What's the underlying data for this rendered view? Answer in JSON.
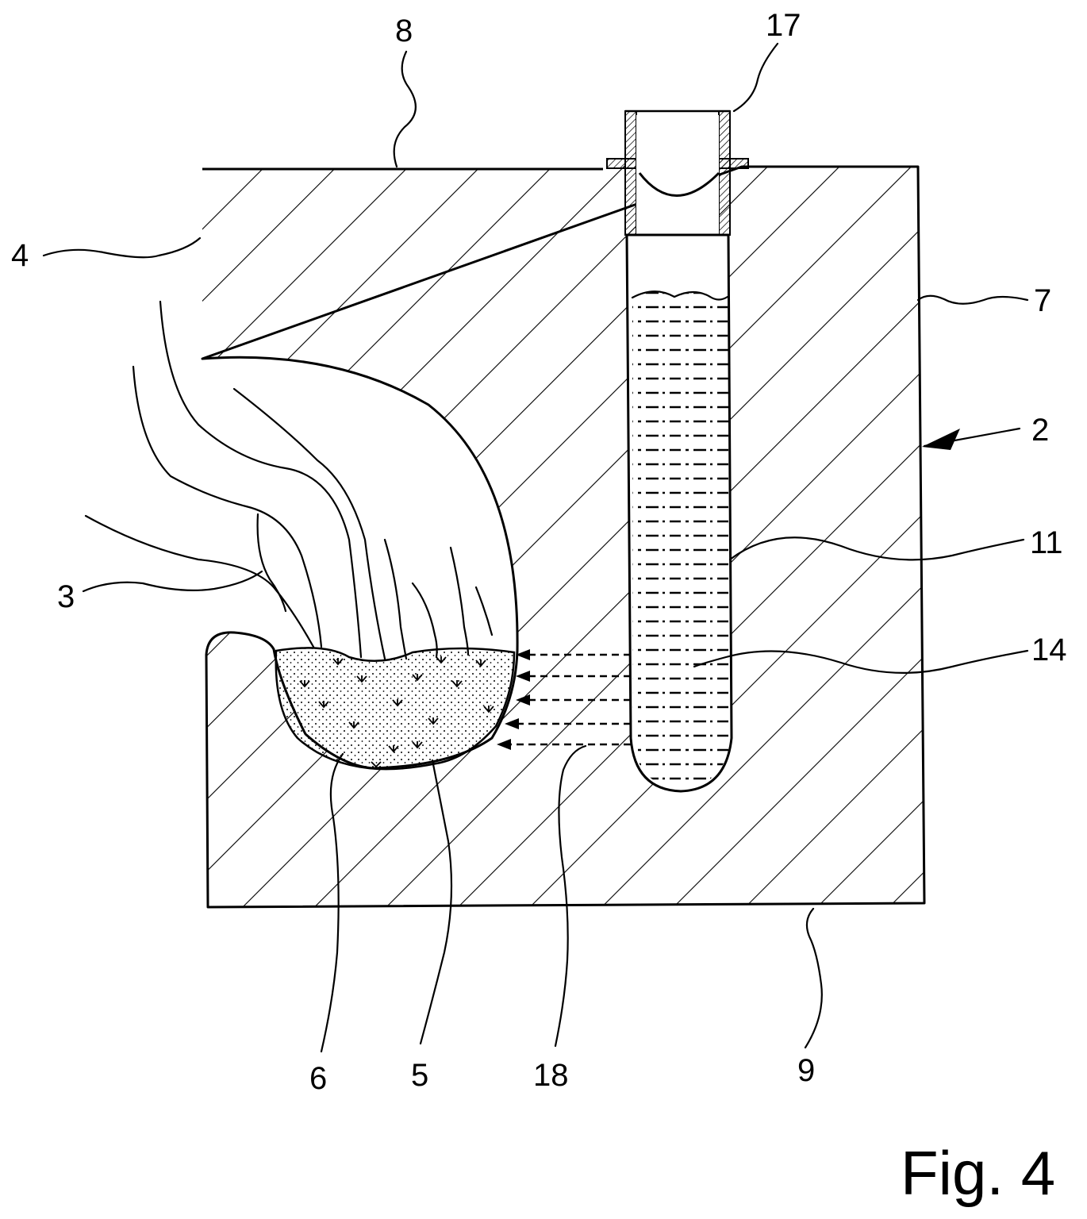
{
  "figure": {
    "caption": "Fig. 4",
    "labels": {
      "l8": "8",
      "l17": "17",
      "l4": "4",
      "l7": "7",
      "l2": "2",
      "l11": "11",
      "l3": "3",
      "l14": "14",
      "l6": "6",
      "l5": "5",
      "l18": "18",
      "l9": "9"
    }
  }
}
